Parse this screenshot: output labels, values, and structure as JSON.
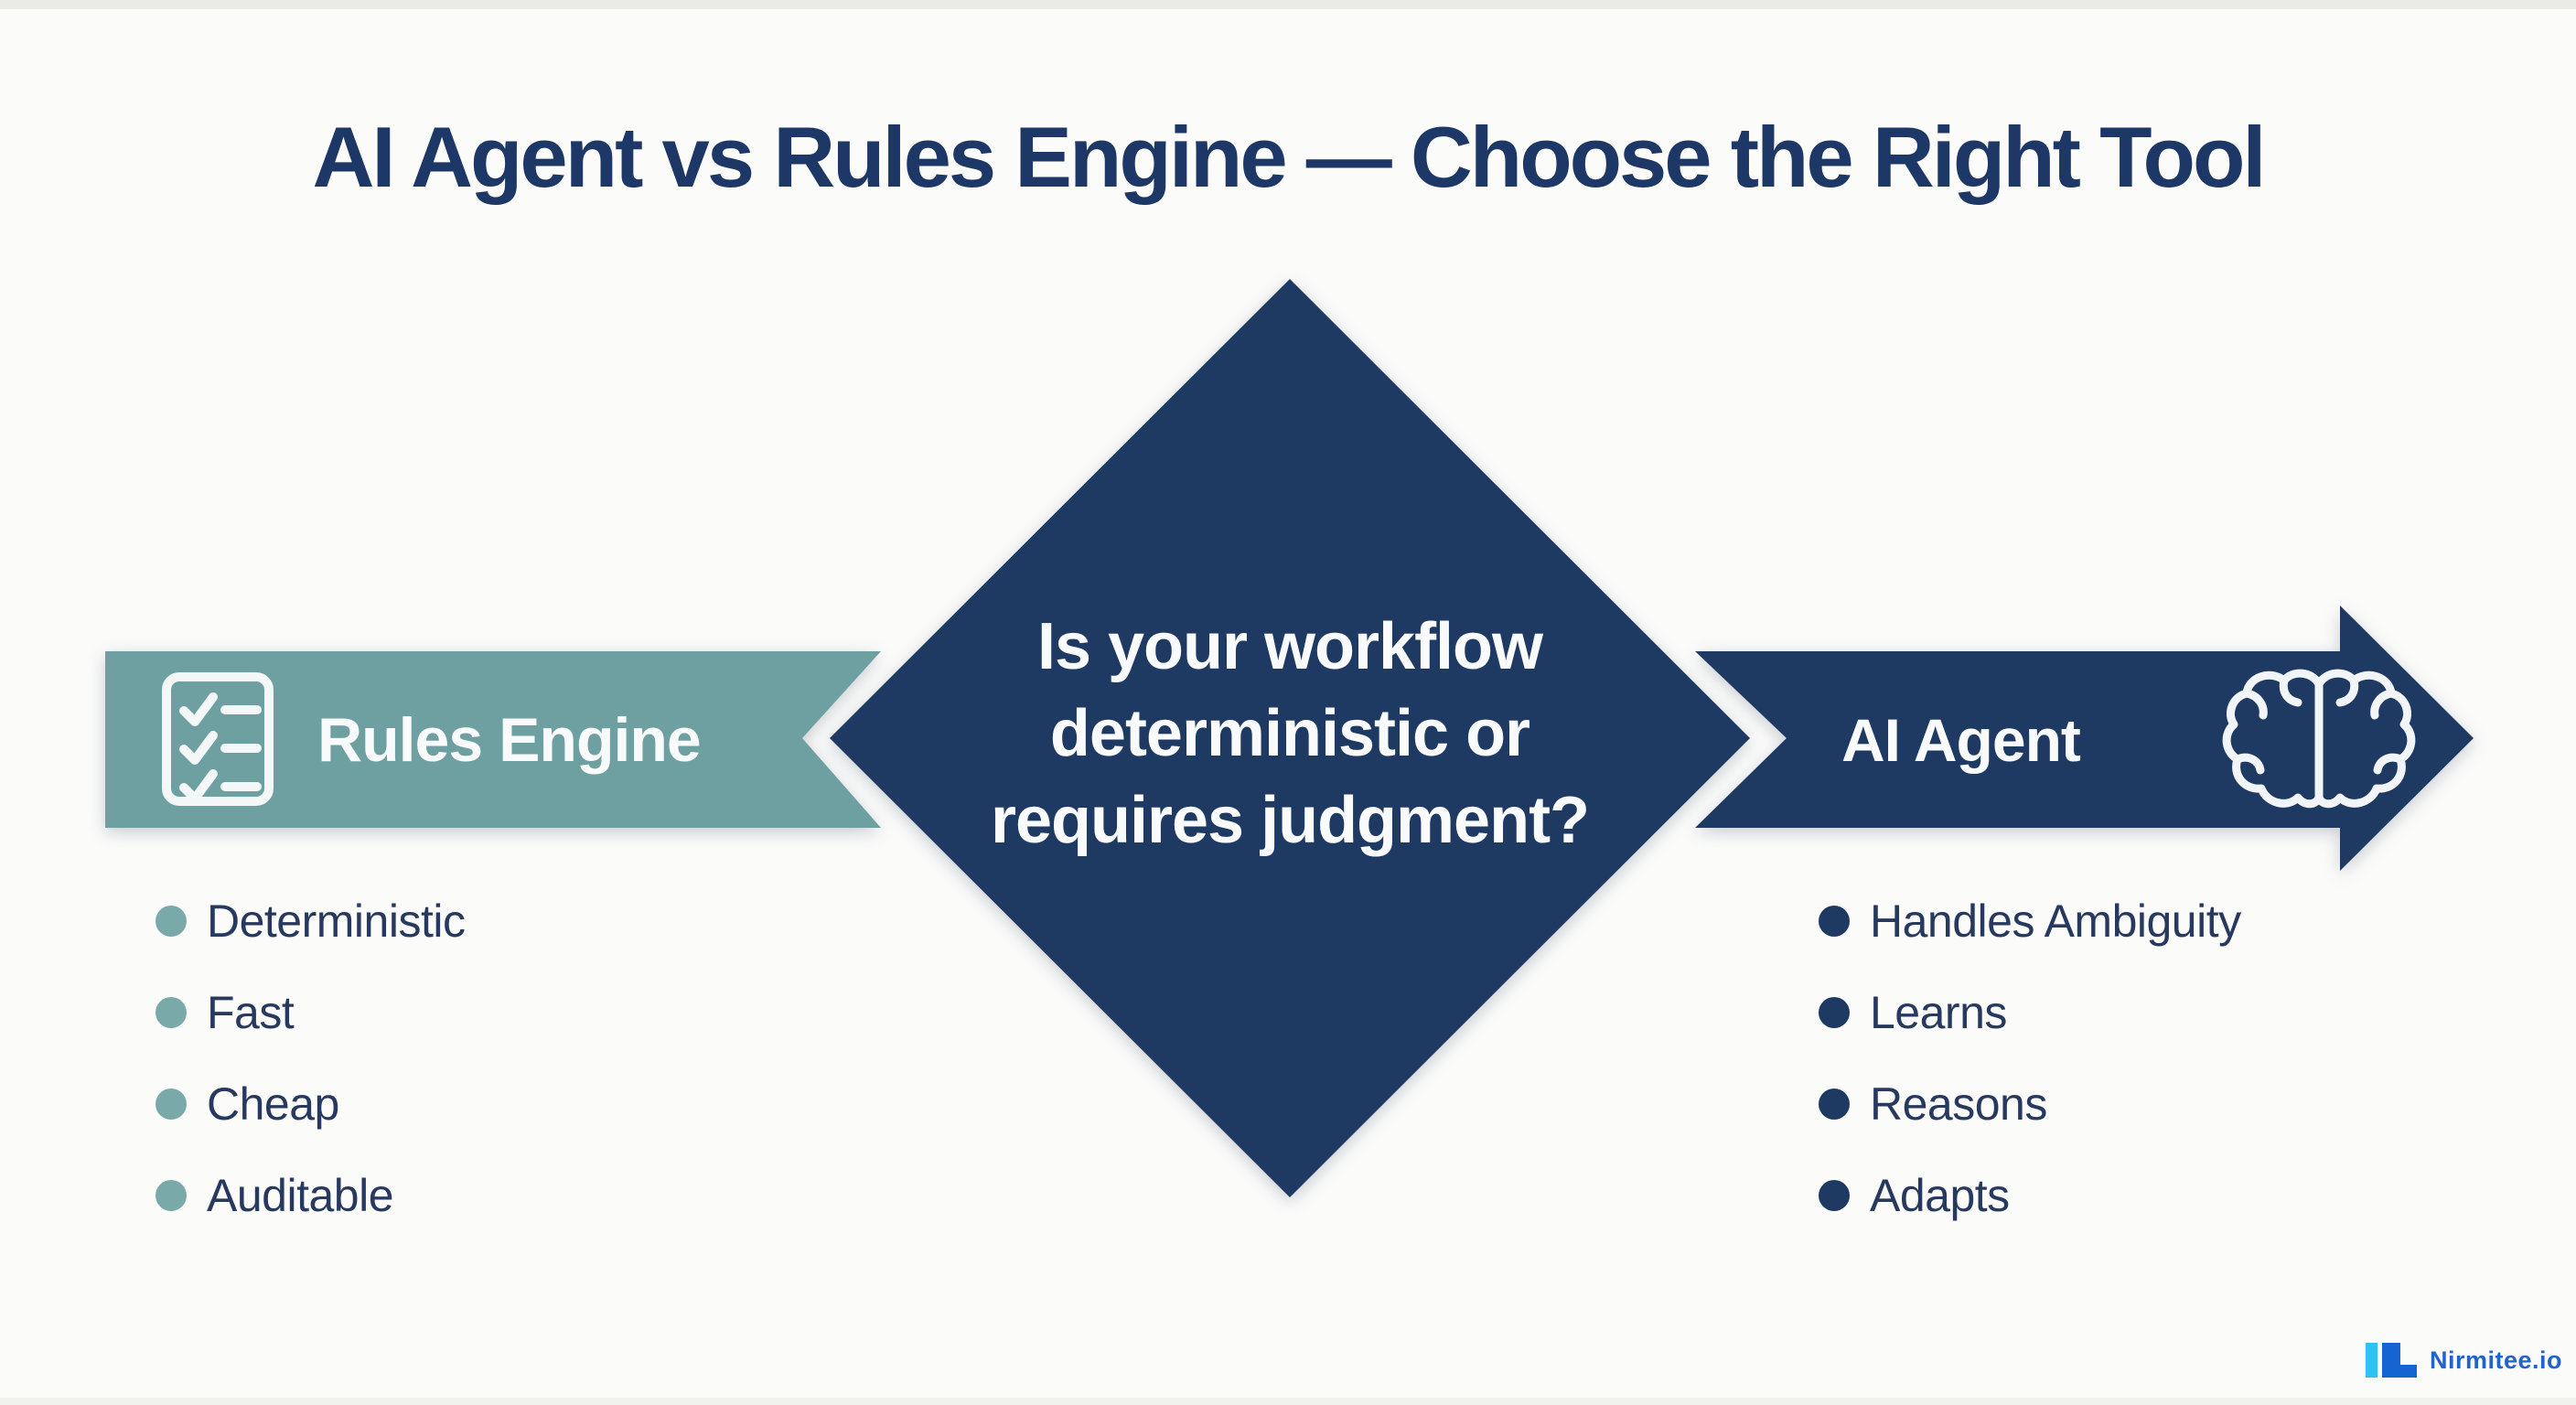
{
  "title": "AI Agent vs Rules Engine — Choose the Right Tool",
  "decision": {
    "question_lines": [
      "Is your workflow",
      "deterministic or",
      "requires judgment?"
    ]
  },
  "left_branch": {
    "label": "Rules Engine",
    "icon": "checklist-icon",
    "items": [
      "Deterministic",
      "Fast",
      "Cheap",
      "Auditable"
    ]
  },
  "right_branch": {
    "label": "AI Agent",
    "icon": "brain-icon",
    "items": [
      "Handles Ambiguity",
      "Learns",
      "Reasons",
      "Adapts"
    ]
  },
  "footer": {
    "brand": "Nirmitee.io"
  },
  "colors": {
    "navy": "#1e3a62",
    "teal": "#6fa0a1",
    "title_text": "#1d3766",
    "list_text": "#27395f",
    "white_text": "#f8fafc",
    "teal_bullet": "#7aa9aa",
    "navy_bullet": "#1e3a62",
    "brand_blue": "#2263cb",
    "brand_cyan": "#2fc0f4",
    "brand_mark_blue": "#1564d2"
  }
}
